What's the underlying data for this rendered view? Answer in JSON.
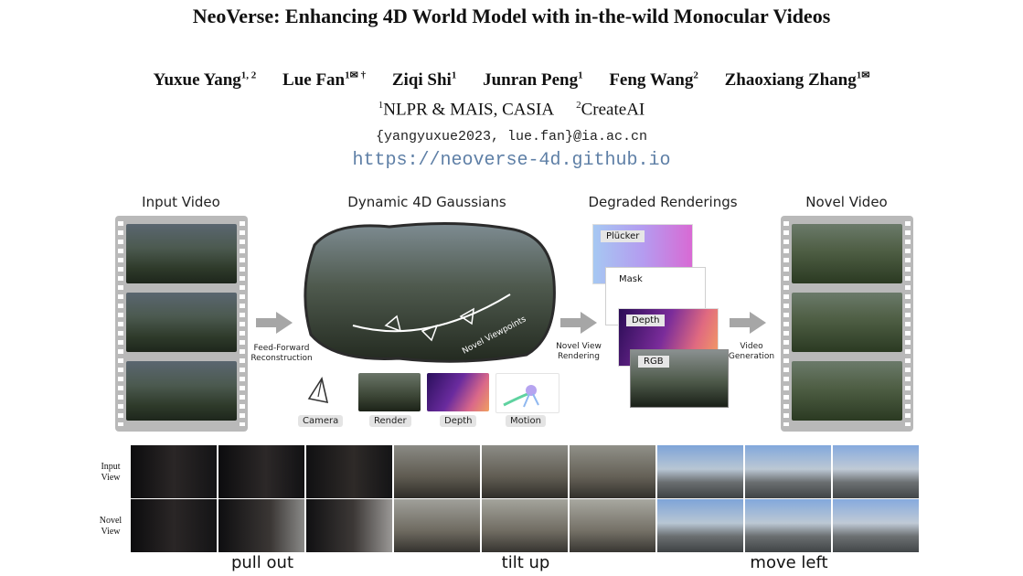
{
  "header": {
    "title": "NeoVerse: Enhancing 4D World Model with in-the-wild Monocular Videos",
    "authors": [
      {
        "name": "Yuxue Yang",
        "sup": "1, 2"
      },
      {
        "name": "Lue Fan",
        "sup": "1✉ †"
      },
      {
        "name": "Ziqi Shi",
        "sup": "1"
      },
      {
        "name": "Junran Peng",
        "sup": "1"
      },
      {
        "name": "Feng Wang",
        "sup": "2"
      },
      {
        "name": "Zhaoxiang Zhang",
        "sup": "1✉"
      }
    ],
    "affiliations": [
      {
        "sup": "1",
        "name": "NLPR & MAIS, CASIA"
      },
      {
        "sup": "2",
        "name": "CreateAI"
      }
    ],
    "emails": "{yangyuxue2023, lue.fan}@ia.ac.cn",
    "url": "https://neoverse-4d.github.io"
  },
  "pipeline": {
    "input_video": "Input Video",
    "dynamic_4d": "Dynamic 4D Gaussians",
    "degraded": "Degraded Renderings",
    "novel_video": "Novel Video",
    "arrow1": [
      "Feed-Forward",
      "Reconstruction"
    ],
    "arrow2": [
      "Novel View",
      "Rendering"
    ],
    "arrow3": [
      "Video",
      "Generation"
    ],
    "novel_viewpoints": "Novel Viewpoints",
    "components": [
      "Camera",
      "Render",
      "Depth",
      "Motion"
    ],
    "renderings": [
      "Plücker",
      "Mask",
      "Depth",
      "RGB"
    ]
  },
  "examples": {
    "row_labels": [
      [
        "Input",
        "View"
      ],
      [
        "Novel",
        "View"
      ]
    ],
    "captions": [
      "pull out",
      "tilt up",
      "move left"
    ]
  }
}
